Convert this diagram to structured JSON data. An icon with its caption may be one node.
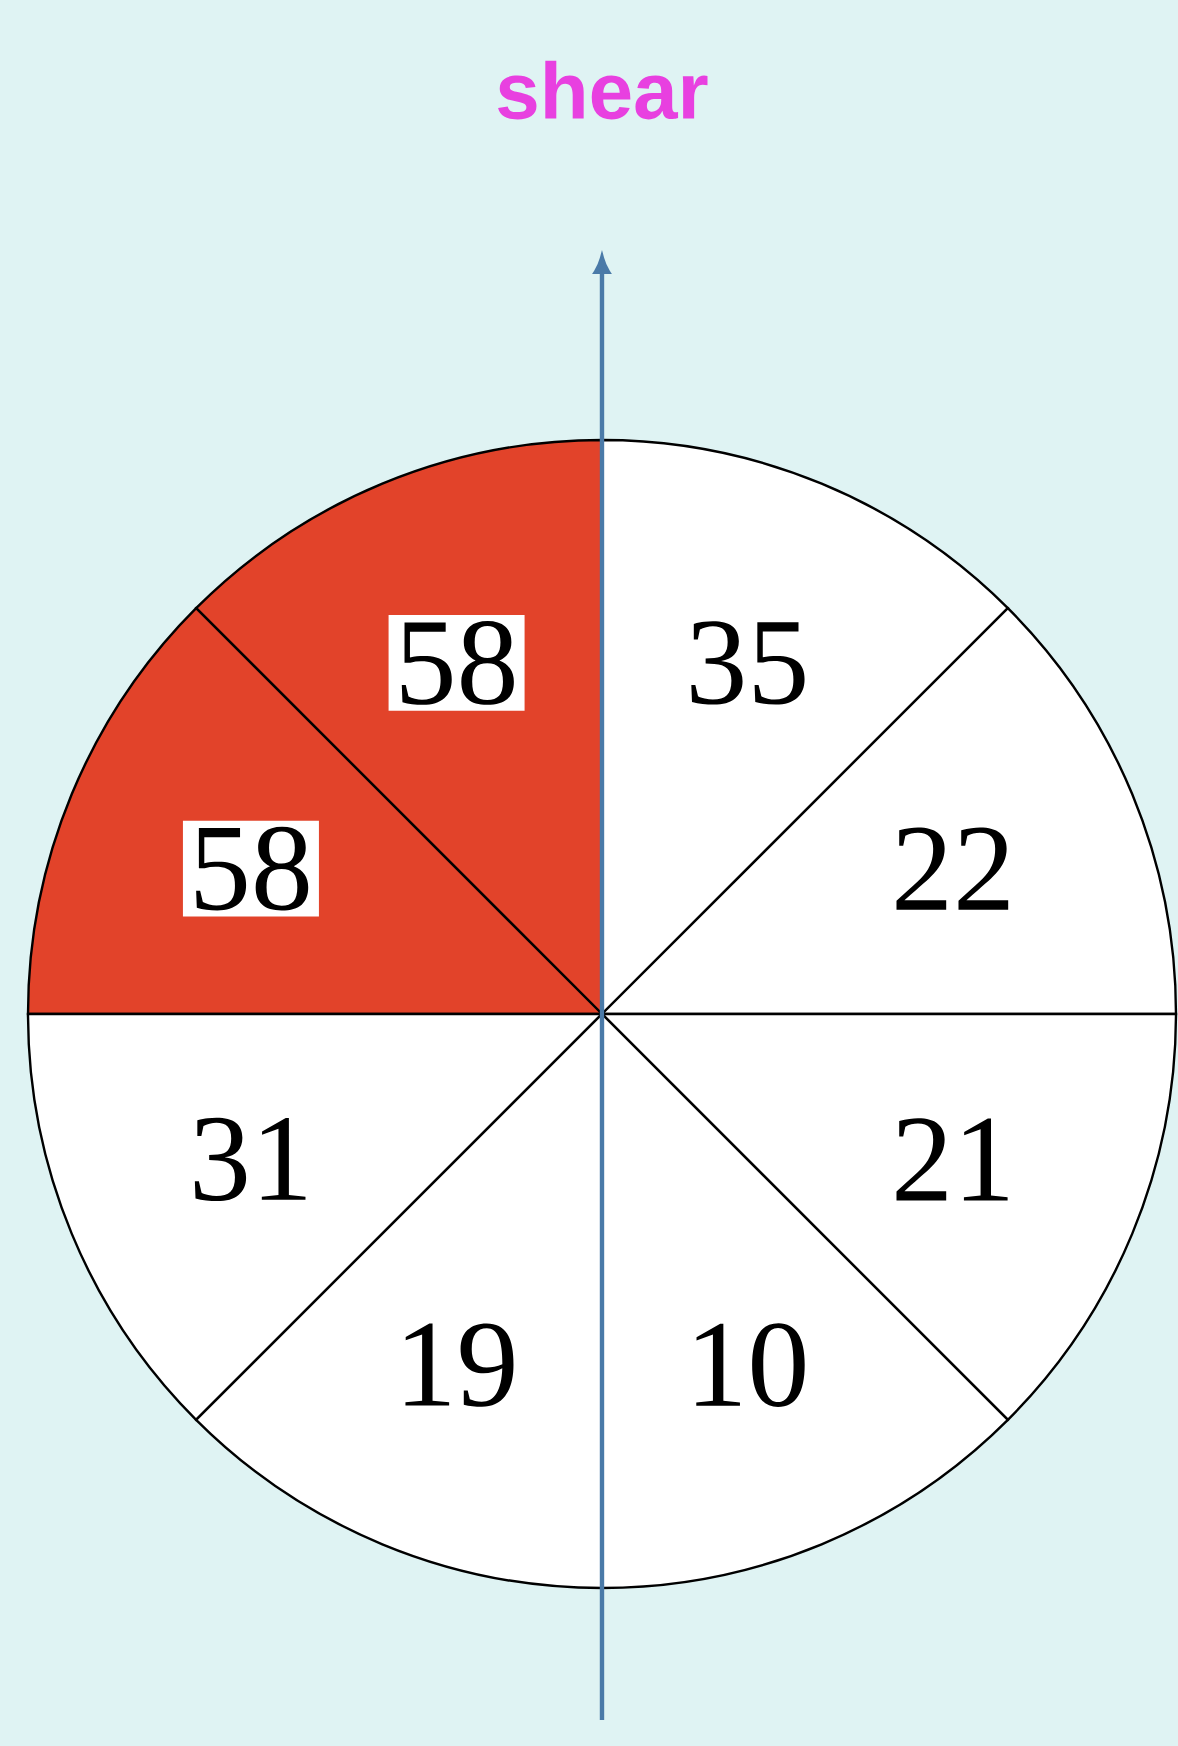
{
  "diagram": {
    "nodes": [
      {
        "text": [
          "58"
        ]
      },
      {
        "text": [
          "35"
        ]
      },
      {
        "text": [
          "58"
        ]
      },
      {
        "text": [
          "22"
        ]
      },
      {
        "text": [
          "31"
        ]
      },
      {
        "text": [
          "21"
        ]
      },
      {
        "text": [
          "19"
        ]
      },
      {
        "text": [
          "10"
        ]
      }
    ],
    "labels": [
      "shear"
    ]
  }
}
